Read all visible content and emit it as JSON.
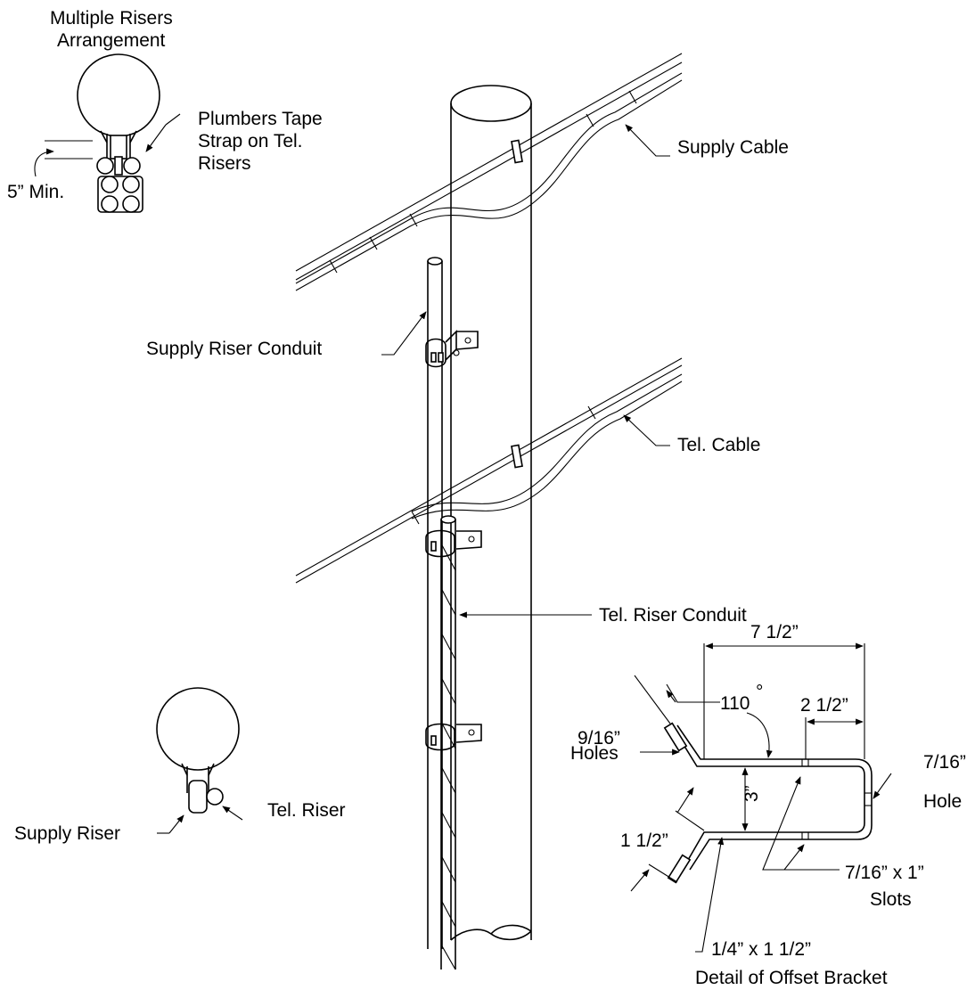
{
  "labels": {
    "multiple_risers_line1": "Multiple Risers",
    "multiple_risers_line2": "Arrangement",
    "plumbers_line1": "Plumbers Tape",
    "plumbers_line2": "Strap on Tel.",
    "plumbers_line3": "Risers",
    "five_min": "5” Min.",
    "supply_cable": "Supply Cable",
    "supply_riser_conduit": "Supply Riser Conduit",
    "tel_cable": "Tel. Cable",
    "tel_riser_conduit": "Tel. Riser Conduit",
    "supply_riser": "Supply Riser",
    "tel_riser": "Tel. Riser",
    "detail_title": "Detail of Offset Bracket"
  },
  "bracket_dims": {
    "width": "7 1/2”",
    "angle": "110",
    "offset": "2 1/2”",
    "holes_9_16_line1": "9/16”",
    "holes_9_16_line2": "Holes",
    "hole_7_16_line1": "7/16”",
    "hole_7_16_line2": "Hole",
    "height": "3”",
    "flange": "1 1/2”",
    "slots_line1": "7/16” x 1”",
    "slots_line2": "Slots",
    "strap": "1/4” x 1 1/2”"
  }
}
